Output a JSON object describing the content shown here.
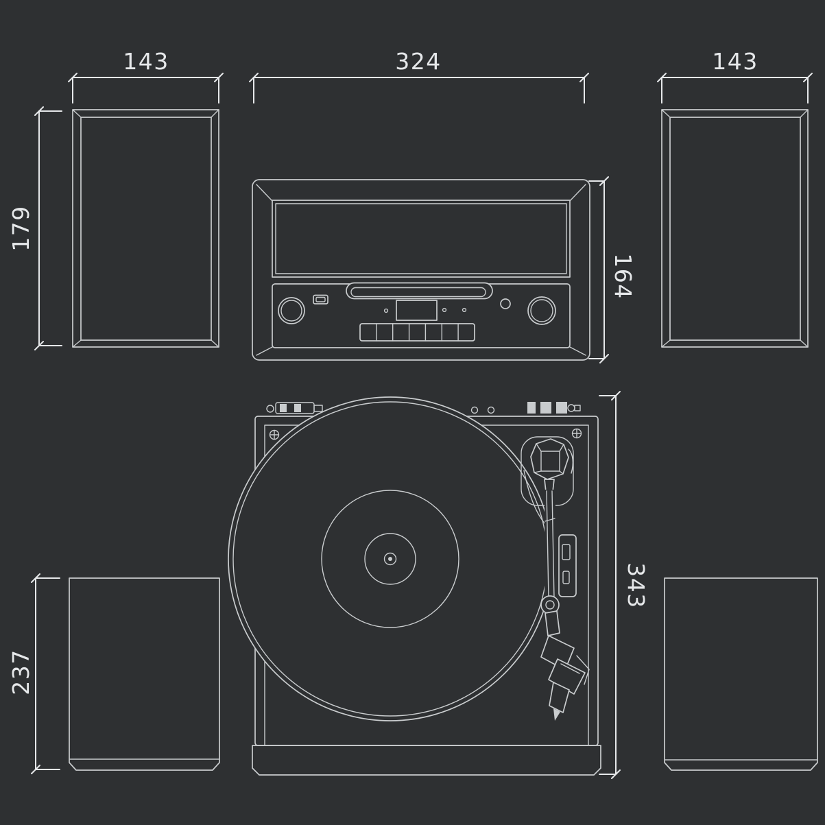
{
  "drawing": {
    "background_color": "#2e3032",
    "line_color": "#c9ccce",
    "dim_color": "#e6e8ea"
  },
  "dimensions": {
    "left_speaker_width": "143",
    "main_unit_width": "324",
    "right_speaker_width": "143",
    "speaker_height": "179",
    "main_unit_height": "164",
    "turntable_depth": "343",
    "speaker_depth": "237"
  }
}
